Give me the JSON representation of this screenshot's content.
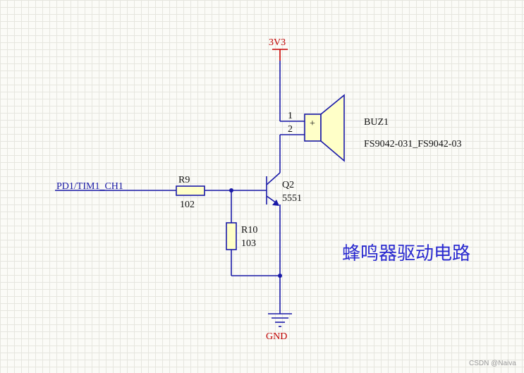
{
  "nets": {
    "power": "3V3",
    "ground": "GND",
    "input": "PD1/TIM1_CH1"
  },
  "buzzer": {
    "designator": "BUZ1",
    "part": "FS9042-031_FS9042-03",
    "pin1": "1",
    "pin2": "2",
    "polarity": "+"
  },
  "r9": {
    "designator": "R9",
    "value": "102"
  },
  "r10": {
    "designator": "R10",
    "value": "103"
  },
  "q2": {
    "designator": "Q2",
    "value": "5551"
  },
  "title": "蜂鸣器驱动电路",
  "watermark": "CSDN @Naiva",
  "colors": {
    "wire": "#1a1aa8",
    "power": "#c00000",
    "fill": "#ffffc8",
    "title": "#2a2ad0"
  }
}
